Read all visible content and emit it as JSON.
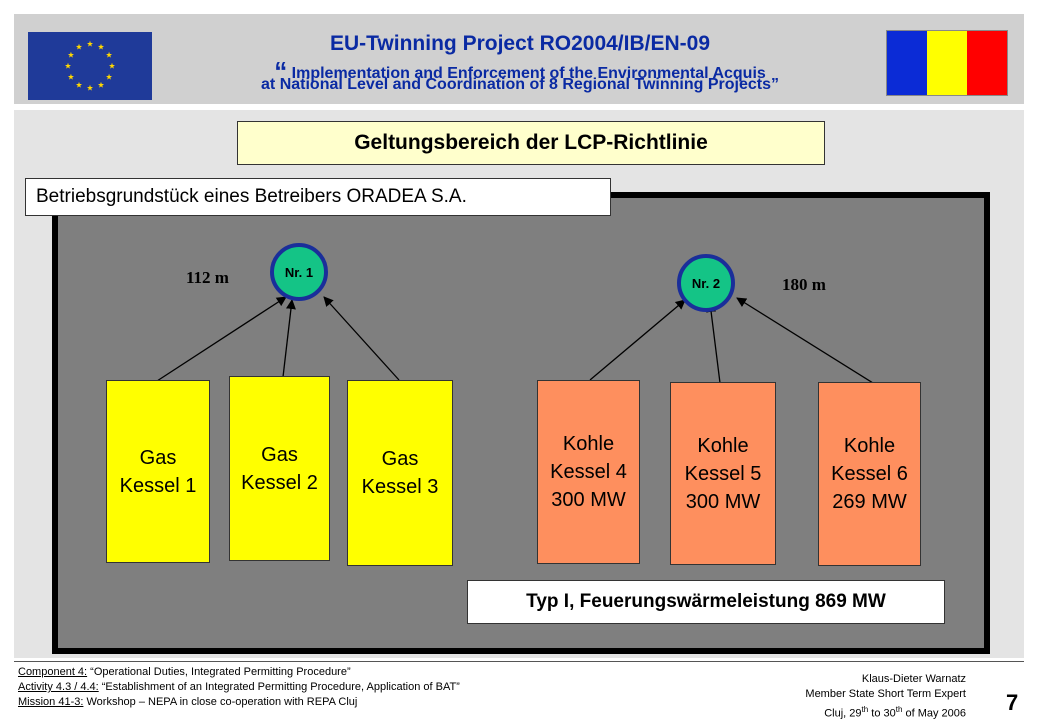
{
  "header": {
    "line1": "EU-Twinning  Project  RO2004/IB/EN-09",
    "line2_quote": "“",
    "line2": "Implementation and Enforcement of the Environmental Acquis",
    "line3": "at National Level and Coordination of 8 Regional Twinning Projects”",
    "romania_flag_colors": [
      "#0b2bd6",
      "#ffff00",
      "#ff0000"
    ],
    "eu_flag_colors": {
      "field": "#1f3a99",
      "stars": "#ffd700"
    }
  },
  "title": "Geltungsbereich der LCP-Richtlinie",
  "site_label": "Betriebsgrundstück eines Betreibers ORADEA S.A.",
  "chimneys": [
    {
      "label": "Nr. 1",
      "distance": "112 m"
    },
    {
      "label": "Nr. 2",
      "distance": "180 m"
    }
  ],
  "boilers": [
    {
      "fuel": "Gas",
      "name": "Kessel 1",
      "capacity": ""
    },
    {
      "fuel": "Gas",
      "name": "Kessel 2",
      "capacity": ""
    },
    {
      "fuel": "Gas",
      "name": "Kessel 3",
      "capacity": ""
    },
    {
      "fuel": "Kohle",
      "name": "Kessel 4",
      "capacity": "300 MW"
    },
    {
      "fuel": "Kohle",
      "name": "Kessel 5",
      "capacity": "300 MW"
    },
    {
      "fuel": "Kohle",
      "name": "Kessel 6",
      "capacity": "269 MW"
    }
  ],
  "summary": "Typ I, Feuerungswärmeleistung 869 MW",
  "colors": {
    "gas_boiler": "#ffff00",
    "coal_boiler": "#fe8f5e",
    "chimney_fill": "#14c486",
    "chimney_border": "#1a2e9a",
    "site_fill": "#7f7f7f",
    "title_fill": "#ffffcc"
  },
  "footer": {
    "component_label": "Component 4:",
    "component_text": " “Operational Duties, Integrated Permitting Procedure”",
    "activity_label": "Activity 4.3 / 4.4:",
    "activity_text": " “Establishment of an Integrated Permitting Procedure, Application of BAT”",
    "mission_label": "Mission 41-3:",
    "mission_text": " Workshop – NEPA in close co-operation with REPA Cluj",
    "author": "Klaus-Dieter Warnatz",
    "role": "Member State Short Term  Expert",
    "place_date": "Cluj, 29th to 30th of May 2006",
    "page_number": "7"
  }
}
